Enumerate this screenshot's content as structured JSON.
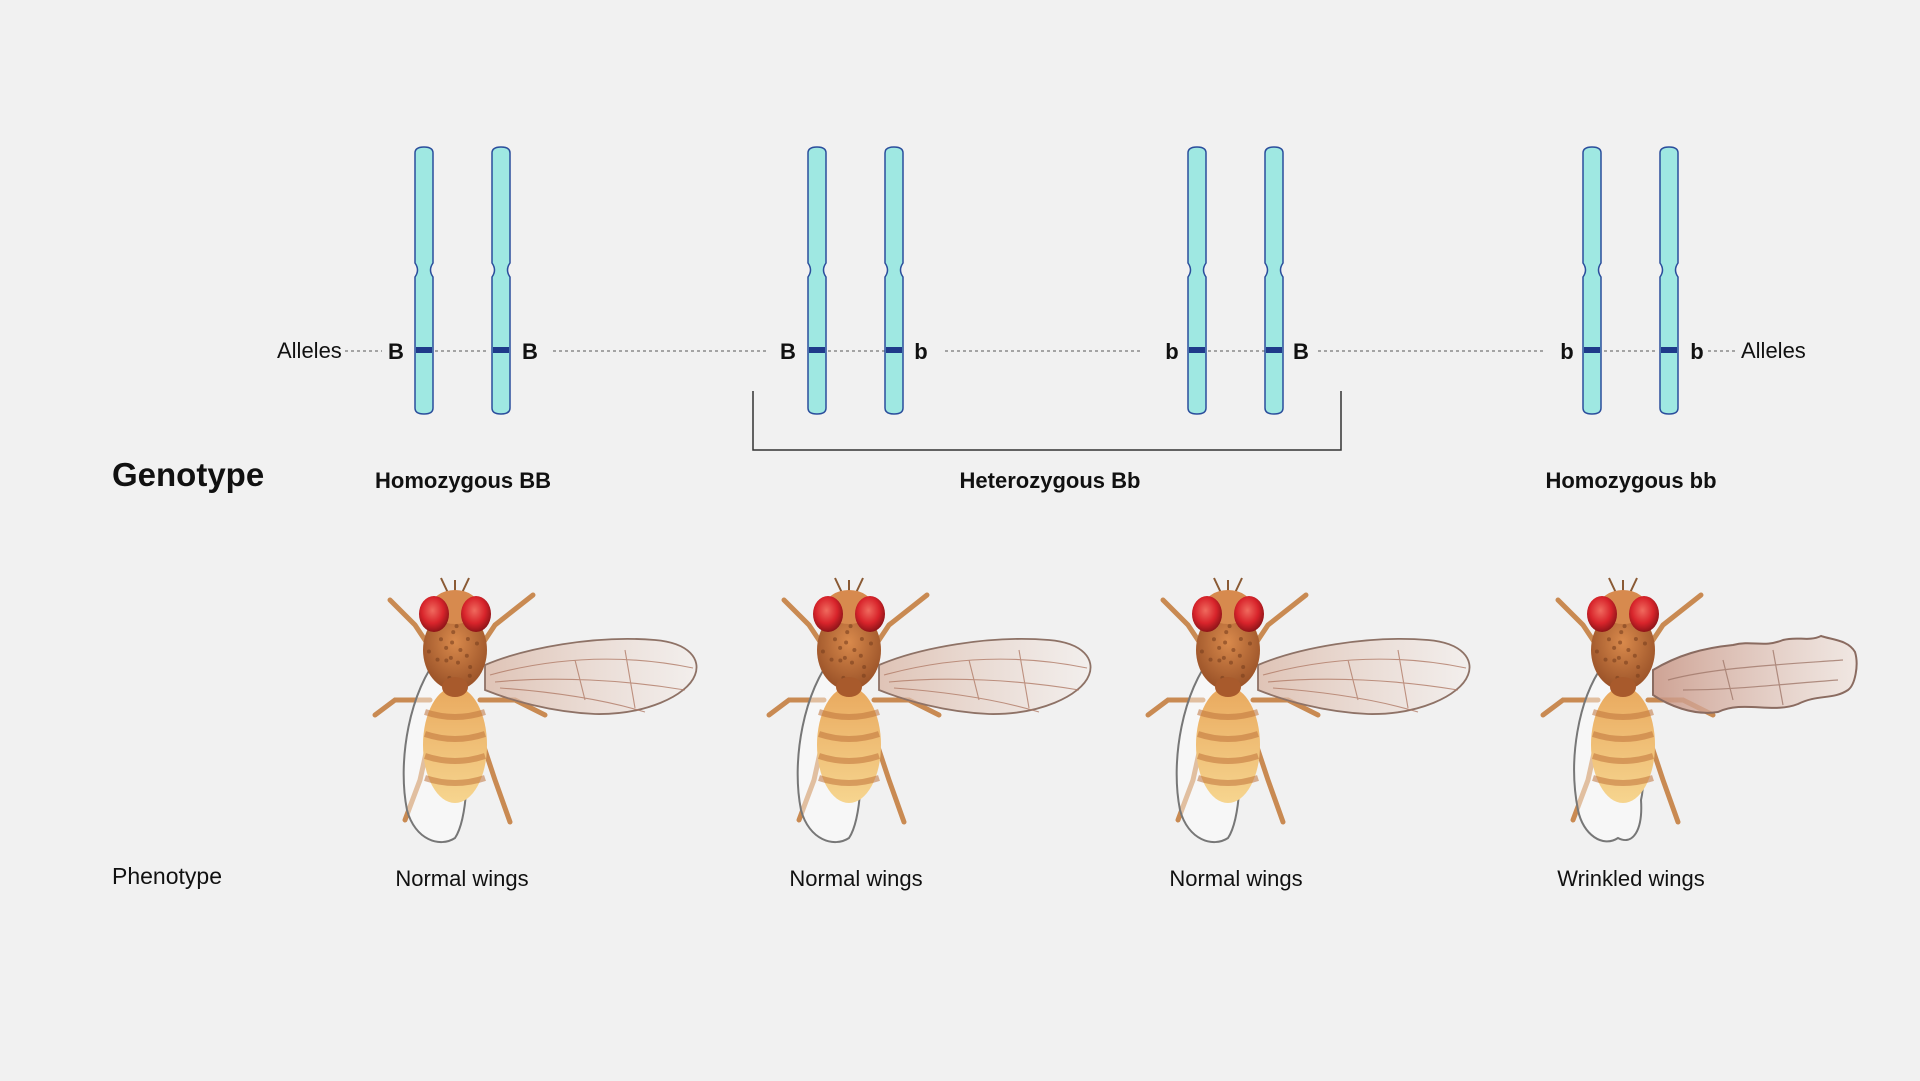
{
  "labels": {
    "alleles_left": "Alleles",
    "alleles_right": "Alleles",
    "genotype_heading": "Genotype",
    "phenotype_heading": "Phenotype"
  },
  "groups": [
    {
      "label": "Homozygous BB"
    },
    {
      "label": "Heterozygous Bb"
    },
    {
      "label": "Homozygous bb"
    }
  ],
  "chromosome_pairs": [
    {
      "alleles": [
        "B",
        "B"
      ]
    },
    {
      "alleles": [
        "B",
        "b"
      ]
    },
    {
      "alleles": [
        "b",
        "B"
      ]
    },
    {
      "alleles": [
        "b",
        "b"
      ]
    }
  ],
  "flies": [
    {
      "phenotype": "Normal wings",
      "wing_type": "normal"
    },
    {
      "phenotype": "Normal wings",
      "wing_type": "normal"
    },
    {
      "phenotype": "Normal wings",
      "wing_type": "normal"
    },
    {
      "phenotype": "Wrinkled wings",
      "wing_type": "wrinkled"
    }
  ],
  "colors": {
    "background": "#f1f1f1",
    "chromosome_fill": "#9fe8e2",
    "chromosome_outline": "#2a4d9c",
    "allele_band": "#1f3a8a",
    "fly_eye": "#d8242b",
    "fly_body": "#c4763f",
    "fly_abdomen": "#f2c17c"
  }
}
